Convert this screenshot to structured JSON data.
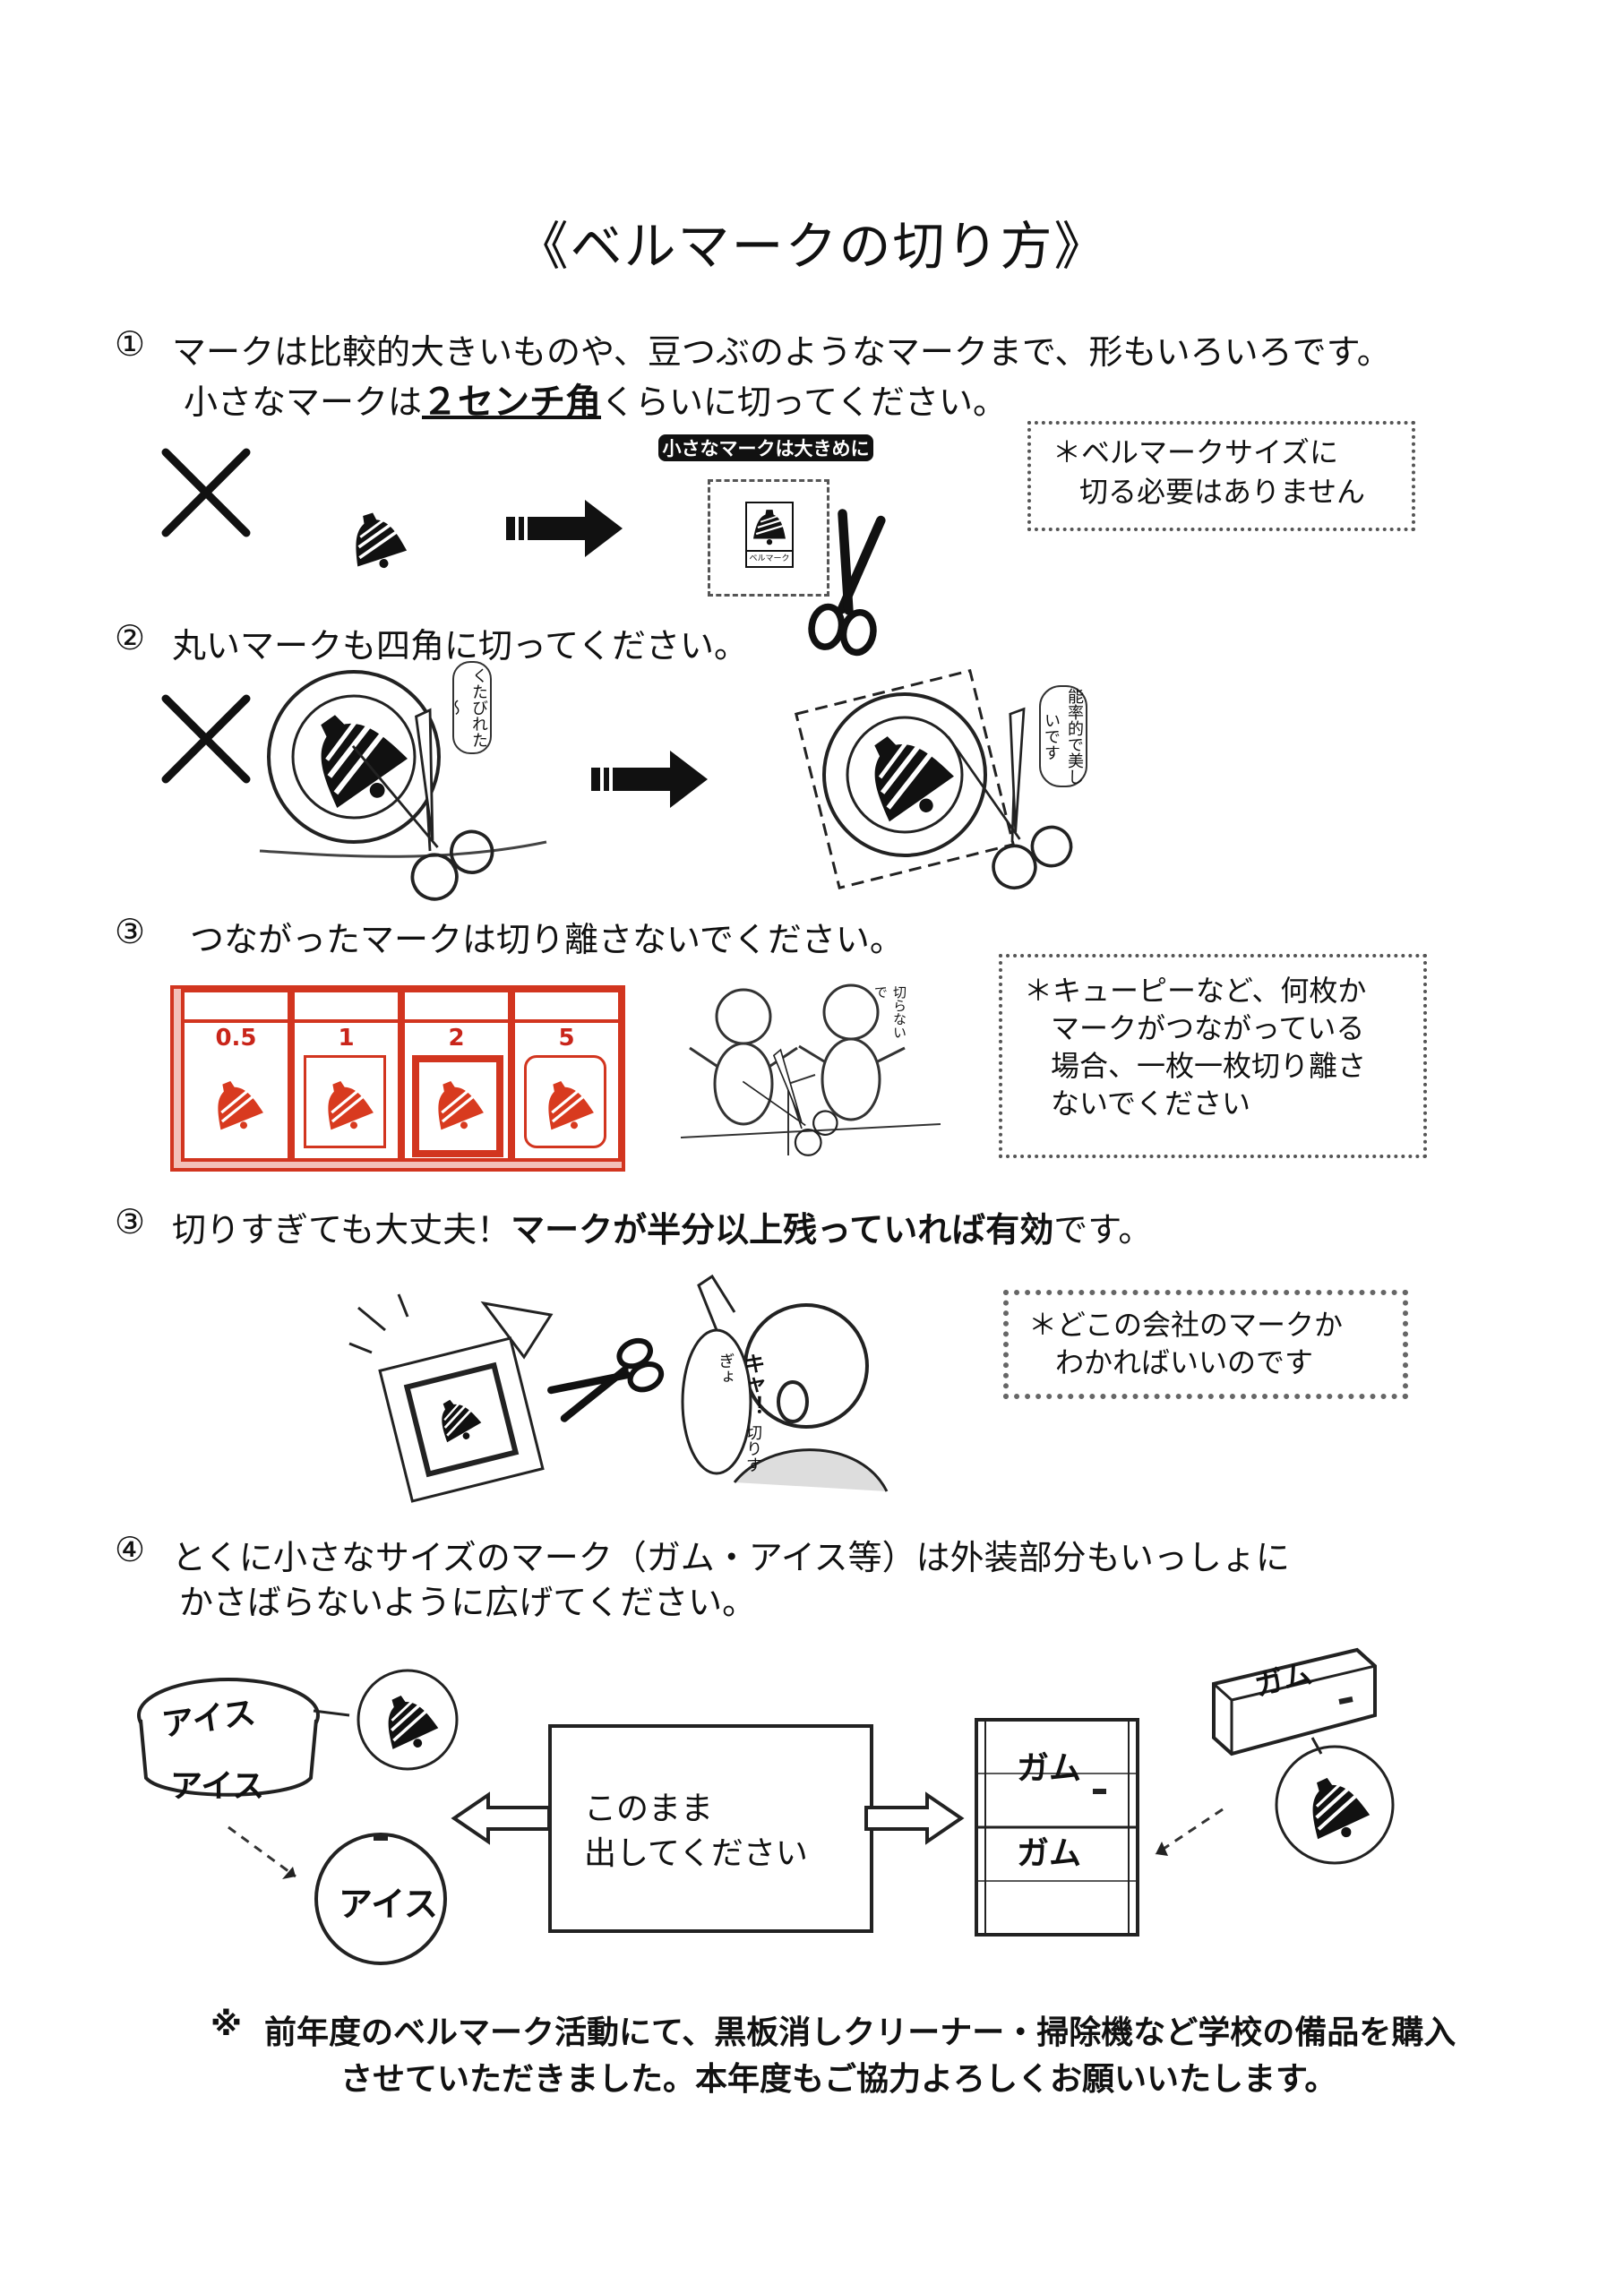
{
  "title": "《ベルマークの切り方》",
  "s1": {
    "num": "①",
    "line1": "マークは比較的大きいものや、豆つぶのようなマークまで、形もいろいろです。",
    "line2_a": "小さなマークは",
    "line2_b": "２センチ角",
    "line2_c": "くらいに切ってください。",
    "caption": "小さなマークは大きめに",
    "bell_text": "ベルマーク",
    "note_1": "＊ベルマークサイズに",
    "note_2": "切る必要はありません"
  },
  "s2": {
    "num": "②",
    "text": "丸いマークも四角に切ってください。",
    "bubble_left": "くたびれた～",
    "bubble_right": "能率的で美しいです"
  },
  "s3": {
    "num": "③",
    "text": "つながったマークは切り離さないでください。",
    "cells": [
      "0.5",
      "1",
      "2",
      "5"
    ],
    "bubble": "切らないで",
    "note_1": "＊キューピーなど、何枚か",
    "note_2": "マークがつながっている",
    "note_3": "場合、一枚一枚切り離さ",
    "note_4": "ないでください"
  },
  "s4": {
    "num": "③",
    "text_a": "切りすぎても大丈夫！",
    "text_b": "マークが半分以上残っていれば有効",
    "text_c": "です。",
    "shout": "キャ！",
    "shout2": "切りすぎょ",
    "note_1": "＊どこの会社のマークか",
    "note_2": "わかればいいのです"
  },
  "s5": {
    "num": "④",
    "line1": "とくに小さなサイズのマーク（ガム・アイス等）は外装部分もいっしょに",
    "line2": "かさばらないように広げてください。",
    "ice": "アイス",
    "gum": "ガム",
    "center_1": "このまま",
    "center_2": "出してください"
  },
  "footer": {
    "mark": "※",
    "line1": "前年度のベルマーク活動にて、黒板消しクリーナー・掃除機など学校の備品を購入",
    "line2": "させていただきました。本年度もご協力よろしくお願いいたします。"
  }
}
